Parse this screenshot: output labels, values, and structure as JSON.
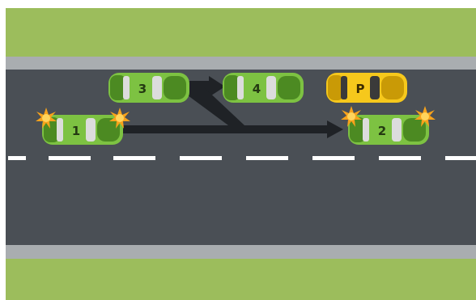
{
  "colors": {
    "grass": "#9cbd5c",
    "curb": "#a9adb0",
    "road": "#4a4f55",
    "lane_marking": "#ffffff",
    "arrow": "#1f2226",
    "car_green": "#7dc242",
    "car_green_dark": "#4c8a22",
    "car_yellow": "#f6c81c",
    "car_yellow_dark": "#c99a06",
    "window": "#dcdcdc",
    "blinker": "#f7a21b"
  },
  "cars": {
    "car1": {
      "label": "1",
      "color": "green",
      "blinkers": "both"
    },
    "car2": {
      "label": "2",
      "color": "green",
      "blinkers": "both"
    },
    "car3": {
      "label": "3",
      "color": "green",
      "blinkers": "none"
    },
    "car4": {
      "label": "4",
      "color": "green",
      "blinkers": "none"
    },
    "carP": {
      "label": "P",
      "color": "yellow",
      "blinkers": "none"
    }
  }
}
